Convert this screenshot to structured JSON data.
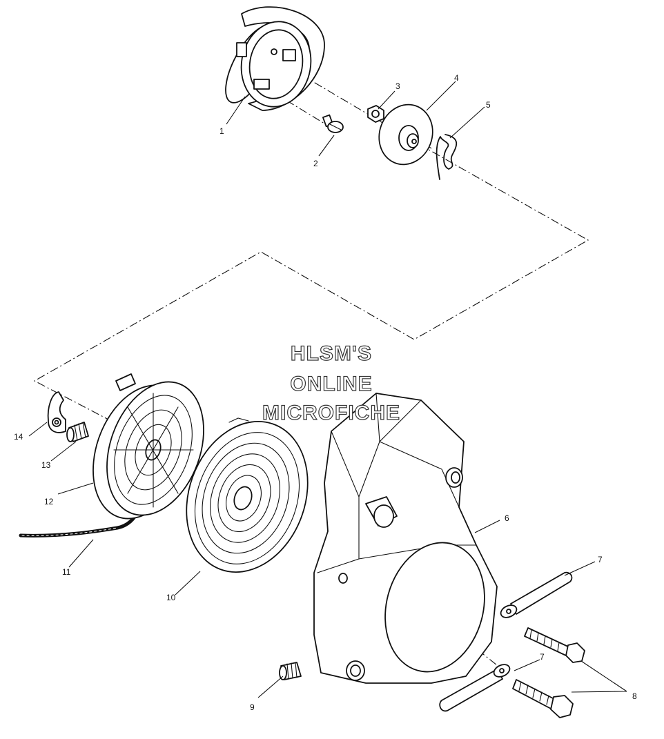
{
  "watermark": {
    "line1": "HLSM'S",
    "line2": "ONLINE",
    "line3": "MICROFICHE"
  },
  "callouts": {
    "c1": "1",
    "c2": "2",
    "c3": "3",
    "c4": "4",
    "c5": "5",
    "c6": "6",
    "c7a": "7",
    "c7b": "7",
    "c8": "8",
    "c9": "9",
    "c10": "10",
    "c11": "11",
    "c12": "12",
    "c13": "13",
    "c14": "14"
  }
}
